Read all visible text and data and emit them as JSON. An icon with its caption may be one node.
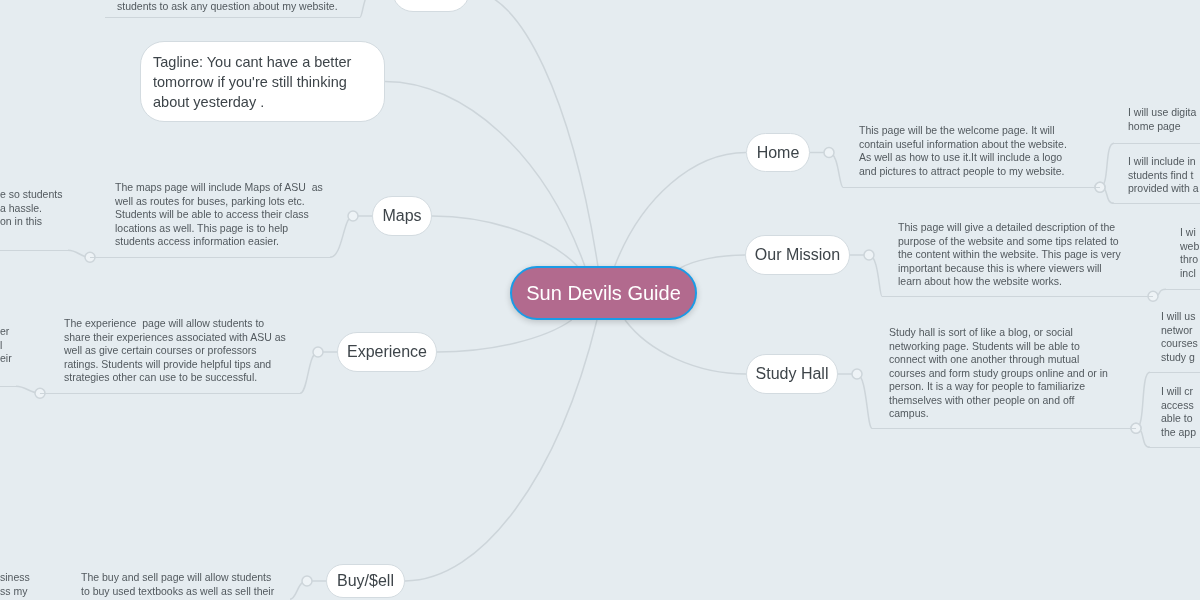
{
  "diagram": {
    "nodes": [
      {
        "text": [
          "Sun Devils Guide"
        ]
      },
      {
        "text": [],
        "shape": "box"
      },
      {
        "text": [
          "students to ask any question about my website."
        ]
      },
      {
        "text": [
          "Tagline: You cant have a better tomorrow if you're still thinking about yesterday ."
        ]
      },
      {
        "text": [
          "Maps"
        ]
      },
      {
        "text": [
          "The maps page will include Maps of ASU  as well as routes for buses, parking lots etc. Students will be able to access their class locations as well. This page is to help students access information easier."
        ]
      },
      {
        "text": [
          "e so students",
          "a hassle.",
          "on in this"
        ]
      },
      {
        "text": [
          "Experience"
        ]
      },
      {
        "text": [
          "The experience  page will allow students to share their experiences associated with ASU as well as give certain courses or professors ratings. Students will provide helpful tips and strategies other can use to be successful."
        ]
      },
      {
        "text": [
          "er",
          "l",
          "eir"
        ]
      },
      {
        "text": [
          "Buy/$ell"
        ]
      },
      {
        "text": [
          "The buy and sell page will allow students to buy used textbooks as well as sell their"
        ]
      },
      {
        "text": [
          "siness",
          "ss my"
        ]
      },
      {
        "text": [
          "Home"
        ]
      },
      {
        "text": [
          "This page will be the welcome page. It will contain useful information about the website. As well as how to use it.It will include a logo and pictures to attract people to my website."
        ]
      },
      {
        "text": [
          "I will use digita",
          "home page"
        ]
      },
      {
        "text": [
          "I will include in",
          "students find t",
          "provided with a"
        ]
      },
      {
        "text": [
          "Our Mission"
        ]
      },
      {
        "text": [
          "This page will give a detailed description of the purpose of the website and some tips related to the content within the website. This page is very important because this is where viewers will learn about how the website works."
        ]
      },
      {
        "text": [
          "I wi",
          "web",
          "thro",
          "incl"
        ]
      },
      {
        "text": [
          "Study Hall"
        ]
      },
      {
        "text": [
          "Study hall is sort of like a blog, or social networking page. Students will be able to connect with one another through mutual courses and form study groups online and or in person. It is a way for people to familiarize themselves with other people on and off campus."
        ]
      },
      {
        "text": [
          "I will us",
          "networ",
          "courses",
          "study g"
        ]
      },
      {
        "text": [
          "I will cr",
          "access",
          "able to",
          "the app"
        ]
      }
    ],
    "edges": [
      {
        "from": 0,
        "to": 1,
        "arrow": "none"
      },
      {
        "from": 1,
        "to": 2,
        "arrow": "none"
      },
      {
        "from": 0,
        "to": 3,
        "arrow": "none"
      },
      {
        "from": 0,
        "to": 4,
        "arrow": "none"
      },
      {
        "from": 4,
        "to": 5,
        "arrow": "none"
      },
      {
        "from": 5,
        "to": 6,
        "arrow": "other"
      },
      {
        "from": 0,
        "to": 7,
        "arrow": "none"
      },
      {
        "from": 7,
        "to": 8,
        "arrow": "none"
      },
      {
        "from": 8,
        "to": 9,
        "arrow": "other"
      },
      {
        "from": 0,
        "to": 10,
        "arrow": "none"
      },
      {
        "from": 10,
        "to": 11,
        "arrow": "none"
      },
      {
        "from": 0,
        "to": 13,
        "arrow": "none"
      },
      {
        "from": 13,
        "to": 14,
        "arrow": "none"
      },
      {
        "from": 14,
        "to": 15,
        "arrow": "other"
      },
      {
        "from": 14,
        "to": 16,
        "arrow": "other"
      },
      {
        "from": 0,
        "to": 17,
        "arrow": "none"
      },
      {
        "from": 17,
        "to": 18,
        "arrow": "none"
      },
      {
        "from": 18,
        "to": 19,
        "arrow": "other"
      },
      {
        "from": 0,
        "to": 20,
        "arrow": "none"
      },
      {
        "from": 20,
        "to": 21,
        "arrow": "none"
      },
      {
        "from": 21,
        "to": 22,
        "arrow": "other"
      },
      {
        "from": 21,
        "to": 23,
        "arrow": "other"
      }
    ]
  }
}
